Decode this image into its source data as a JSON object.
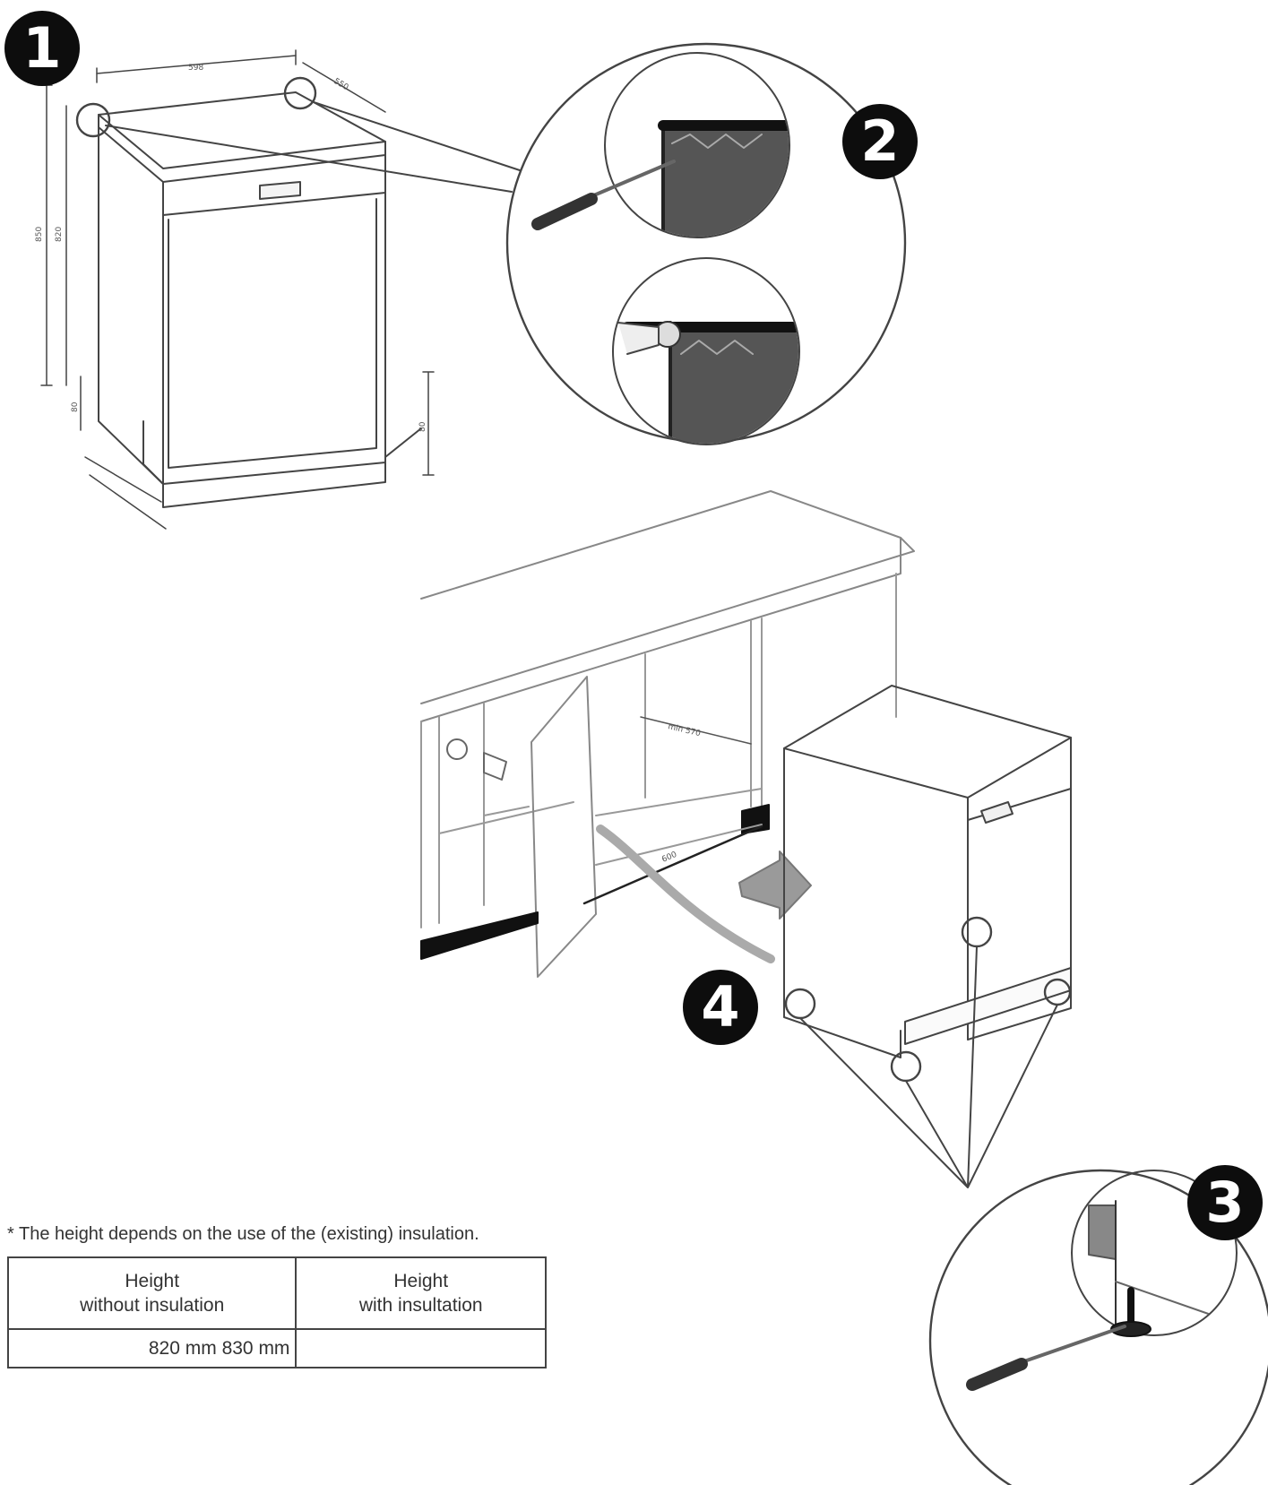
{
  "steps": [
    "1",
    "2",
    "3",
    "4"
  ],
  "dimensions": {
    "width": "598",
    "depth": "550",
    "height": "850",
    "height_alt": "820",
    "plinth": "80",
    "plinth_height": "80",
    "cabinet_depth": "min 570",
    "opening": "600"
  },
  "note": "* The height depends on the use of the (existing) insulation.",
  "table": {
    "headers": [
      "Height\nwithout insulation",
      "Height\nwith insultation"
    ],
    "row": [
      "820 mm 830 mm",
      ""
    ]
  }
}
